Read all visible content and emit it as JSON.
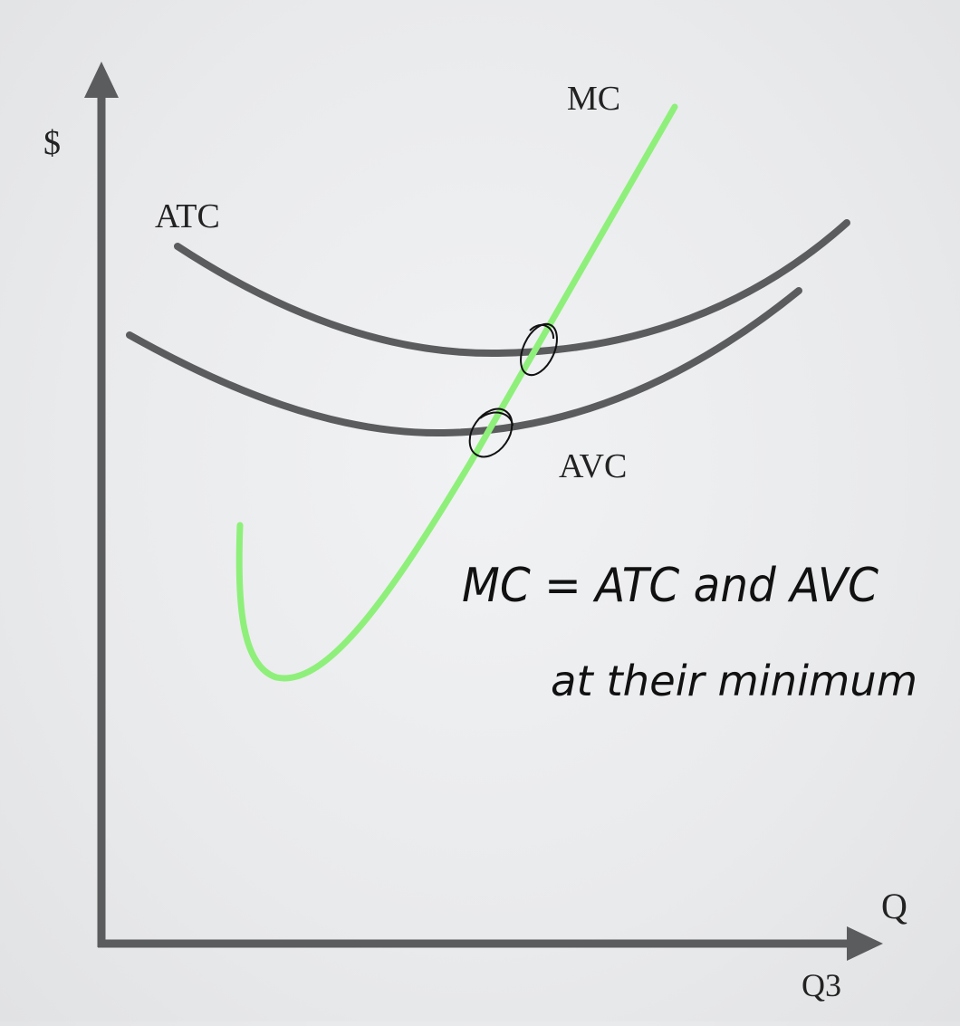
{
  "labels": {
    "y_axis": "$",
    "x_axis": "Q",
    "x_tick": "Q3",
    "mc": "MC",
    "atc": "ATC",
    "avc": "AVC"
  },
  "note": {
    "line1": "MC = ATC and AVC",
    "line2": "at their minimum"
  },
  "colors": {
    "axis": "#5a5c5d",
    "cost_curves": "#5a5c5d",
    "mc_curve": "#8ef07a",
    "marker": "#111111"
  }
}
